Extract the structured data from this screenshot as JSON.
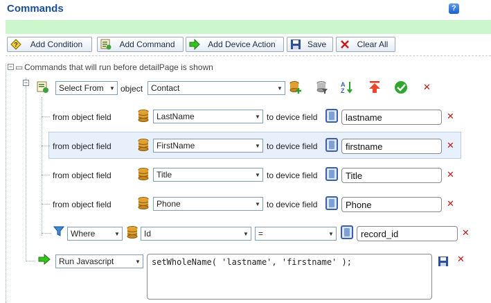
{
  "header": {
    "title": "Commands",
    "help_label": "?"
  },
  "toolbar": {
    "add_condition": "Add Condition",
    "add_command": "Add Command",
    "add_device_action": "Add Device Action",
    "save": "Save",
    "clear_all": "Clear All"
  },
  "tree": {
    "root_label": "Commands that will run before detailPage is shown",
    "select_command": {
      "type": "Select From",
      "object_label": "object",
      "object_value": "Contact"
    },
    "mappings": [
      {
        "from_label": "from object field",
        "field": "LastName",
        "to_label": "to device field",
        "device_field": "lastname"
      },
      {
        "from_label": "from object field",
        "field": "FirstName",
        "to_label": "to device field",
        "device_field": "firstname"
      },
      {
        "from_label": "from object field",
        "field": "Title",
        "to_label": "to device field",
        "device_field": "Title"
      },
      {
        "from_label": "from object field",
        "field": "Phone",
        "to_label": "to device field",
        "device_field": "Phone"
      }
    ],
    "where": {
      "clause": "Where",
      "field": "Id",
      "operator": "=",
      "value": "record_id"
    },
    "javascript": {
      "type": "Run Javascript",
      "code": "setWholeName( 'lastname', 'firstname' );"
    }
  }
}
